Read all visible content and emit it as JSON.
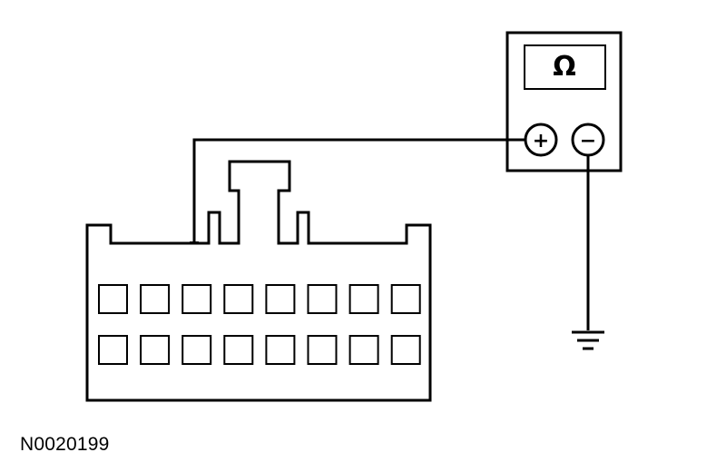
{
  "meter": {
    "display_symbol": "Ω",
    "positive_terminal": "+",
    "negative_terminal": "−"
  },
  "connector": {
    "rows": 2,
    "pins_per_row": 8,
    "probed_pin": {
      "row": 1,
      "column": 3
    }
  },
  "figure_id": "N0020199",
  "colors": {
    "line": "#000000",
    "background": "#ffffff"
  }
}
